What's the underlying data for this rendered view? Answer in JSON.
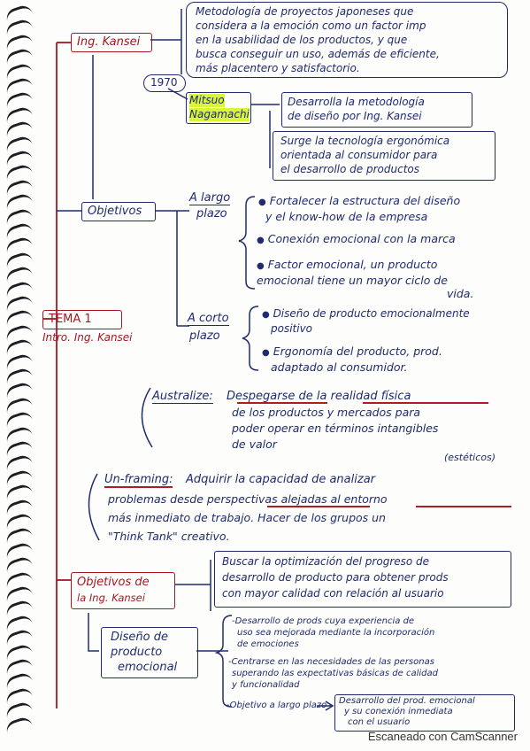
{
  "nodes": {
    "ing_kansei": "Ing. Kansei",
    "kansei_def": [
      "Metodología de proyectos japoneses que",
      "considera a la emoción como un factor imp",
      "en la usabilidad de los productos, y que",
      "busca conseguir un uso, además de eficiente,",
      "más placentero y satisfactorio."
    ],
    "year": "1970",
    "mitsuo": [
      "Mitsuo",
      "Nagamachi"
    ],
    "mitsuo_desc": [
      "Desarrolla la metodología",
      "de diseño por Ing. Kansei"
    ],
    "tech_desc": [
      "Surge la tecnología ergonómica",
      "orientada al consumidor para",
      "el desarrollo de productos"
    ],
    "objetivos": "Objetivos",
    "largo_plazo": [
      "A largo",
      "plazo"
    ],
    "largo_items": [
      [
        "Fortalecer la estructura del diseño",
        "y el know-how de la empresa"
      ],
      [
        "Conexión emocional con la marca"
      ],
      [
        "Factor emocional, un producto",
        "emocional tiene un mayor ciclo de",
        "vida."
      ]
    ],
    "tema": "TEMA 1",
    "tema_sub": "Intro. Ing. Kansei",
    "corto_plazo": [
      "A corto",
      "plazo"
    ],
    "corto_items": [
      [
        "Diseño de producto emocionalmente",
        "positivo"
      ],
      [
        "Ergonomía del producto, prod.",
        "adaptado al consumidor."
      ]
    ],
    "australize_label": "Australize:",
    "australize_text": [
      "Despegarse de la realidad física",
      "de los productos y mercados para",
      "poder operar en términos intangibles",
      "de valor",
      "(estéticos)"
    ],
    "unframing_label": "Un-framing:",
    "unframing_text": [
      "Adquirir la capacidad de analizar",
      "problemas desde perspectivas alejadas al entorno",
      "más inmediato de trabajo. Hacer de los grupos un",
      "\"Think Tank\" creativo."
    ],
    "obj_kansei": [
      "Objetivos de",
      "la Ing. Kansei"
    ],
    "obj_kansei_desc": [
      "Buscar la optimización del progreso de",
      "desarrollo de producto para obtener prods",
      "con mayor calidad con relación al usuario"
    ],
    "diseno_emocional": [
      "Diseño de",
      "producto",
      "emocional"
    ],
    "diseno_items": [
      [
        "-Desarrollo de prods cuya experiencia de",
        "uso sea mejorada mediante la incorporación",
        "de emociones"
      ],
      [
        "-Centrarse en las necesidades de las personas",
        "superando las expectativas básicas de calidad",
        "y funcionalidad"
      ],
      [
        "-Objetivo a largo plazo"
      ]
    ],
    "objetivo_final": [
      "Desarrollo del prod. emocional",
      "y su conexión inmediata",
      "con el usuario"
    ]
  },
  "footer": "Escaneado con CamScanner",
  "colors": {
    "ink_blue": "#1f2b6e",
    "ink_red": "#a41822",
    "highlight": "#d8f53a"
  }
}
